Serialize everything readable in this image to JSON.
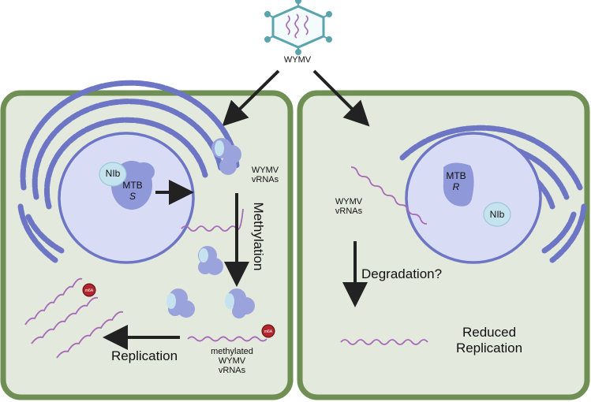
{
  "virus": {
    "label": "WYMV"
  },
  "left_cell": {
    "nib_label": "NIb",
    "mtb_label": "MTB",
    "mtb_allele": "S",
    "vrna_label_line1": "WYMV",
    "vrna_label_line2": "vRNAs",
    "methylation_label": "Methylation",
    "m6a_label": "m6A",
    "methylated_line1": "methylated",
    "methylated_line2": "WYMV",
    "methylated_line3": "vRNAs",
    "replication_label": "Replication"
  },
  "right_cell": {
    "mtb_label": "MTB",
    "mtb_allele": "R",
    "nib_label": "NIb",
    "vrna_label_line1": "WYMV",
    "vrna_label_line2": "vRNAs",
    "degradation_label": "Degradation?",
    "reduced_line1": "Reduced",
    "reduced_line2": "Replication"
  },
  "colors": {
    "cell_wall": "#6f8f55",
    "cytoplasm": "#e3e9dc",
    "er": "#6d76c4",
    "nucleus": "#d9dcf5",
    "protein": "#9ba3dd",
    "nib": "#c5e3ee",
    "rna": "#a86bb8",
    "m6a": "#b3262e",
    "arrow": "#222222"
  }
}
